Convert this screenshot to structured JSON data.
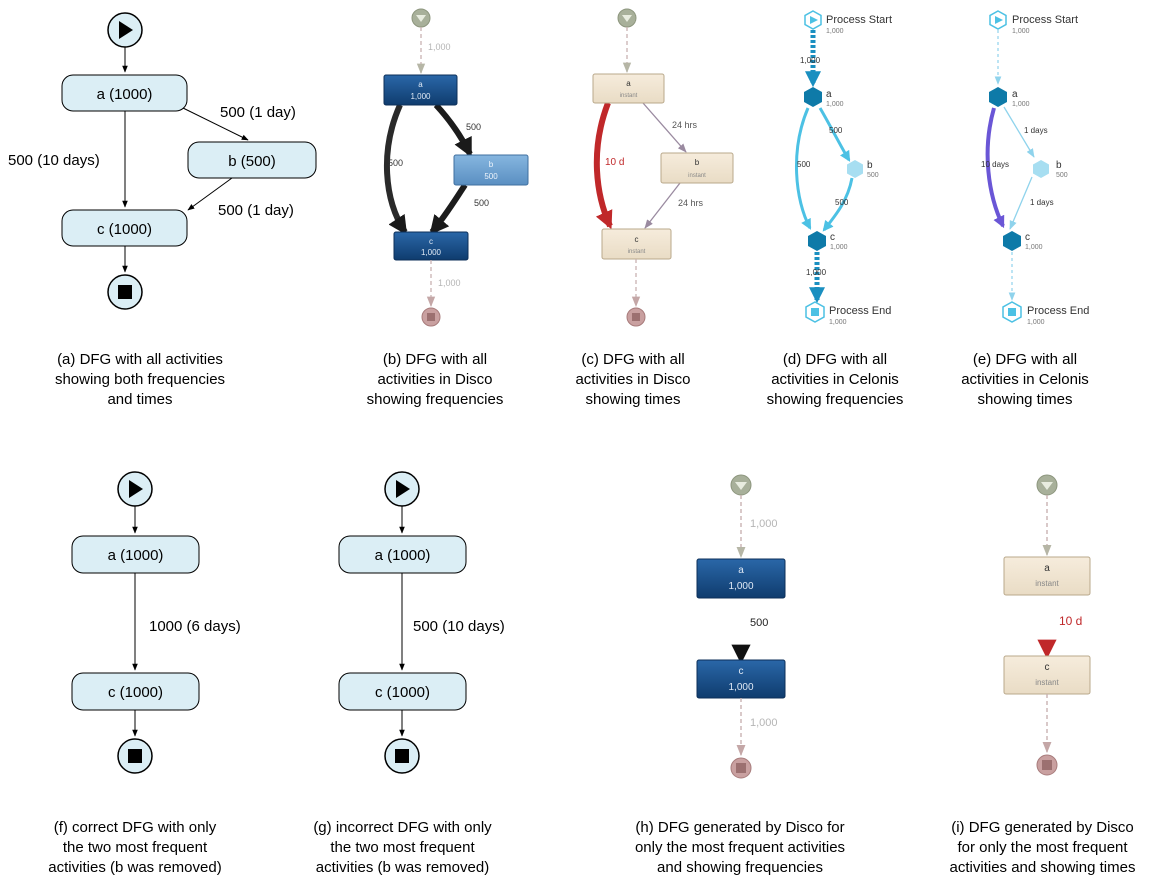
{
  "diagram_a": {
    "nodes": {
      "a": "a (1000)",
      "b": "b (500)",
      "c": "c (1000)"
    },
    "edges": {
      "a_b": "500 (1 day)",
      "a_c": "500 (10 days)",
      "b_c": "500 (1 day)"
    },
    "caption": [
      "(a) DFG with all activities",
      "showing both frequencies",
      "and times"
    ]
  },
  "diagram_b": {
    "nodes": {
      "a_name": "a",
      "a_value": "1,000",
      "b_name": "b",
      "b_value": "500",
      "c_name": "c",
      "c_value": "1,000"
    },
    "edges": {
      "start": "1,000",
      "a_b": "500",
      "a_c": "500",
      "b_c": "500",
      "end": "1,000"
    },
    "caption": [
      "(b) DFG with all",
      "activities in Disco",
      "showing frequencies"
    ]
  },
  "diagram_c": {
    "nodes": {
      "a_name": "a",
      "a_value": "instant",
      "b_name": "b",
      "b_value": "instant",
      "c_name": "c",
      "c_value": "instant"
    },
    "edges": {
      "a_b": "24 hrs",
      "a_c": "10 d",
      "b_c": "24 hrs"
    },
    "caption": [
      "(c) DFG with all",
      "activities in Disco",
      "showing times"
    ]
  },
  "diagram_d": {
    "nodes": {
      "start_name": "Process Start",
      "start_value": "1,000",
      "a_name": "a",
      "a_value": "1,000",
      "b_name": "b",
      "b_value": "500",
      "c_name": "c",
      "c_value": "1,000",
      "end_name": "Process End",
      "end_value": "1,000"
    },
    "edges": {
      "start": "1,000",
      "a_b": "500",
      "a_c": "500",
      "b_c": "500",
      "end": "1,000"
    },
    "caption": [
      "(d) DFG with all",
      "activities in Celonis",
      "showing frequencies"
    ]
  },
  "diagram_e": {
    "nodes": {
      "start_name": "Process Start",
      "start_value": "1,000",
      "a_name": "a",
      "a_value": "1,000",
      "b_name": "b",
      "b_value": "500",
      "c_name": "c",
      "c_value": "1,000",
      "end_name": "Process End",
      "end_value": "1,000"
    },
    "edges": {
      "a_b": "1 days",
      "a_c": "10 days",
      "b_c": "1 days"
    },
    "caption": [
      "(e) DFG with all",
      "activities in Celonis",
      "showing times"
    ]
  },
  "diagram_f": {
    "nodes": {
      "a": "a (1000)",
      "c": "c (1000)"
    },
    "edges": {
      "a_c": "1000 (6 days)"
    },
    "caption": [
      "(f) correct DFG with only",
      "the two most frequent",
      "activities (b was removed)"
    ]
  },
  "diagram_g": {
    "nodes": {
      "a": "a (1000)",
      "c": "c (1000)"
    },
    "edges": {
      "a_c": "500 (10 days)"
    },
    "caption": [
      "(g) incorrect DFG with only",
      "the two most frequent",
      "activities (b was removed)"
    ]
  },
  "diagram_h": {
    "nodes": {
      "a_name": "a",
      "a_value": "1,000",
      "c_name": "c",
      "c_value": "1,000"
    },
    "edges": {
      "start": "1,000",
      "a_c": "500",
      "end": "1,000"
    },
    "caption": [
      "(h) DFG generated by Disco for",
      "only the most frequent activities",
      "and showing frequencies"
    ]
  },
  "diagram_i": {
    "nodes": {
      "a_name": "a",
      "a_value": "instant",
      "c_name": "c",
      "c_value": "instant"
    },
    "edges": {
      "a_c": "10 d"
    },
    "caption": [
      "(i) DFG generated by Disco",
      "for only the most frequent",
      "activities and showing times"
    ]
  },
  "colors": {
    "plain_node_fill": "#dbeef5",
    "disco_dark_blue": "#17497f",
    "disco_light_blue": "#6b9fcf",
    "disco_time_fill": "#efe3cf",
    "disco_time_red": "#c0282a",
    "celonis_blue": "#4cc1e4",
    "celonis_dark": "#0e7aa8",
    "celonis_purple": "#7060d8",
    "start_gray_green": "#9aa58c",
    "end_rose": "#b88a8a"
  },
  "icons": {
    "start": "play-icon",
    "end": "stop-icon",
    "disco_start": "triangle-down-icon",
    "disco_end": "stop-icon",
    "celonis_start": "hexagon-play-icon",
    "celonis_end": "hexagon-stop-icon",
    "celonis_activity": "hexagon-icon"
  }
}
